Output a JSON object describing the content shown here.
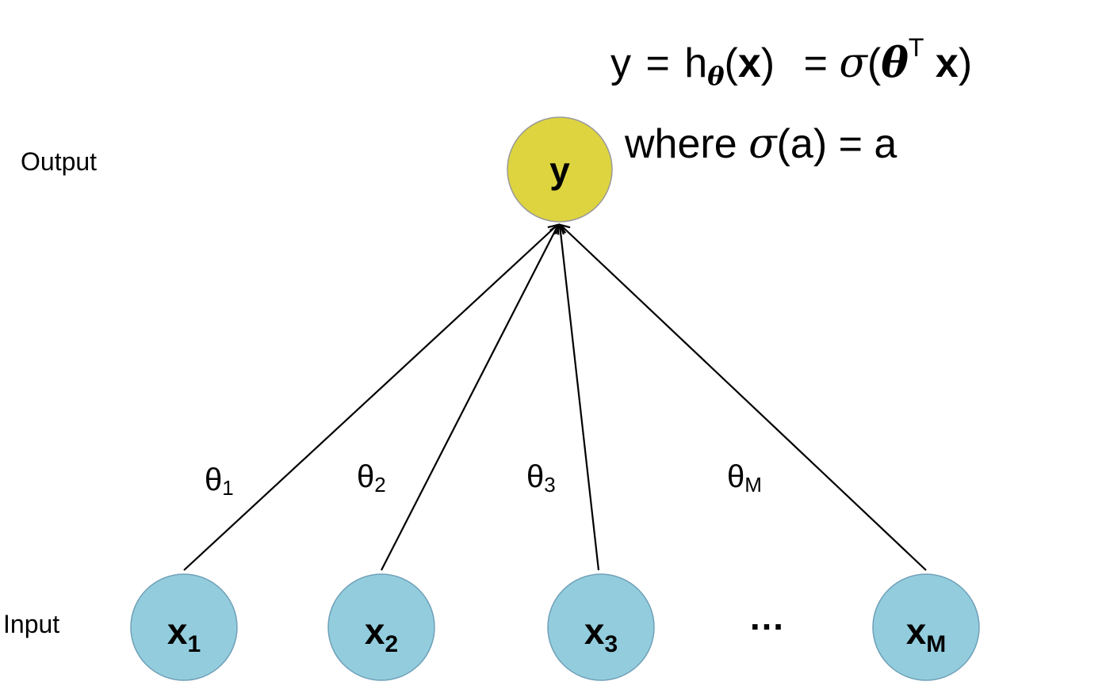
{
  "formula": {
    "lhs": "y",
    "eq1": "=",
    "h": "h",
    "h_sub": "θ",
    "open_paren": "(",
    "x_bold": "x",
    "close_paren": ")",
    "eq2": "=",
    "sigma": "σ",
    "open_paren2": "(",
    "theta": "θ",
    "transpose": "T",
    "x_bold2": "x",
    "close_paren2": ")"
  },
  "where_clause": {
    "where": "where",
    "sigma": "σ",
    "rest": "(a) = a"
  },
  "labels": {
    "output": "Output",
    "input": "Input"
  },
  "output_node": {
    "label": "y",
    "fill": "#ddd440",
    "stroke": "#9a9a9a"
  },
  "input_nodes": [
    {
      "base": "x",
      "sub": "1"
    },
    {
      "base": "x",
      "sub": "2"
    },
    {
      "base": "x",
      "sub": "3"
    },
    {
      "base": "x",
      "sub": "M"
    }
  ],
  "input_node_style": {
    "fill": "#93cddd",
    "stroke": "#6fa0b8"
  },
  "ellipsis": "…",
  "weights": [
    {
      "base": "θ",
      "sub": "1"
    },
    {
      "base": "θ",
      "sub": "2"
    },
    {
      "base": "θ",
      "sub": "3"
    },
    {
      "base": "θ",
      "sub": "M"
    }
  ],
  "edge_color": "#000000"
}
